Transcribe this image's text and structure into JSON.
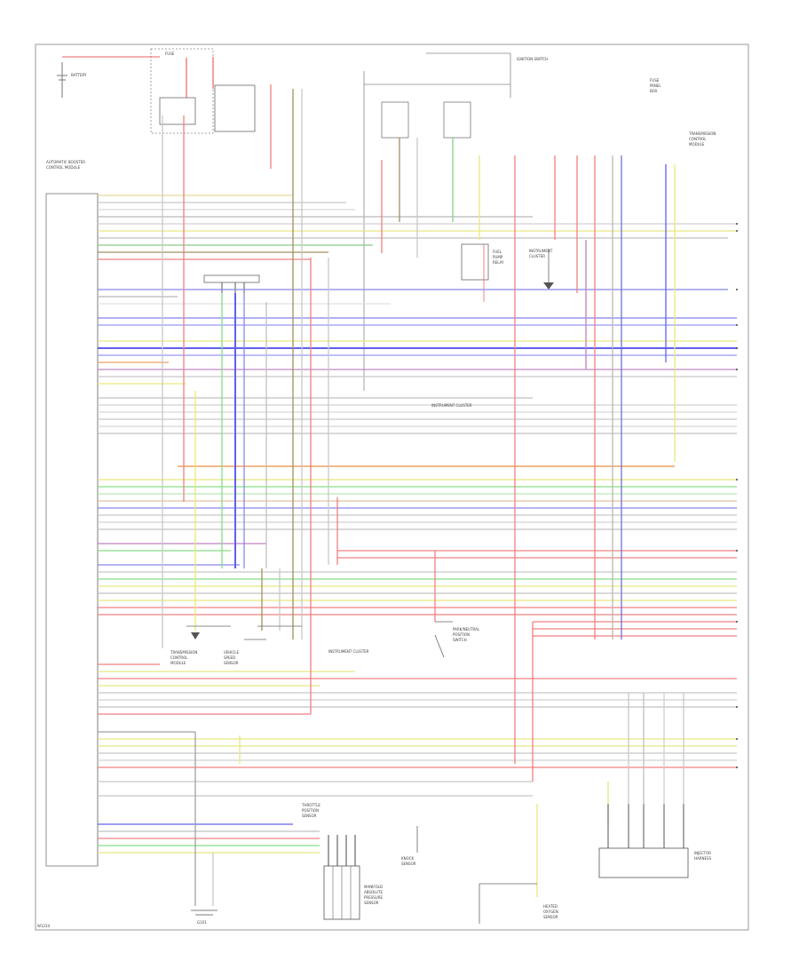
{
  "diagram": {
    "ecm_label": [
      "AUTOMATIC BOOSTER",
      "CONTROL MODULE"
    ],
    "battery_label": "BATTERY",
    "fuse_box_label": "FUSE",
    "ignition_switch_label": "IGNITION SWITCH",
    "instrument_cluster_label": [
      "INSTRUMENT",
      "CLUSTER"
    ],
    "instrument_cluster_mid_label": "INSTRUMENT CLUSTER",
    "instrument_cluster_lower_label": "INSTRUMENT CLUSTER",
    "fuel_pump_relay_label": [
      "FUEL",
      "PUMP",
      "RELAY"
    ],
    "fuse_panel_label": [
      "FUSE",
      "PANEL",
      "BOX"
    ],
    "transmission_control_label": [
      "TRANSMISSION",
      "CONTROL",
      "MODULE"
    ],
    "vehicle_speed_sensor_label": [
      "VEHICLE",
      "SPEED",
      "SENSOR"
    ],
    "neutral_safety_label": [
      "PARK/NEUTRAL",
      "POSITION",
      "SWITCH"
    ],
    "right_connector_labels": [
      "TRANSMISSION",
      "CONTROL",
      "MODULE"
    ],
    "map_sensor_label": [
      "MANIFOLD",
      "ABSOLUTE",
      "PRESSURE",
      "SENSOR"
    ],
    "injector_label": [
      "INJECTOR",
      "HARNESS"
    ],
    "throttle_sensor_label": [
      "THROTTLE",
      "POSITION",
      "SENSOR"
    ],
    "knock_sensor_label": [
      "KNOCK",
      "SENSOR"
    ],
    "o2_sensor_label": [
      "HEATED",
      "OXYGEN",
      "SENSOR"
    ],
    "ground_label": "G101",
    "bottom_left_code": "W1234"
  }
}
